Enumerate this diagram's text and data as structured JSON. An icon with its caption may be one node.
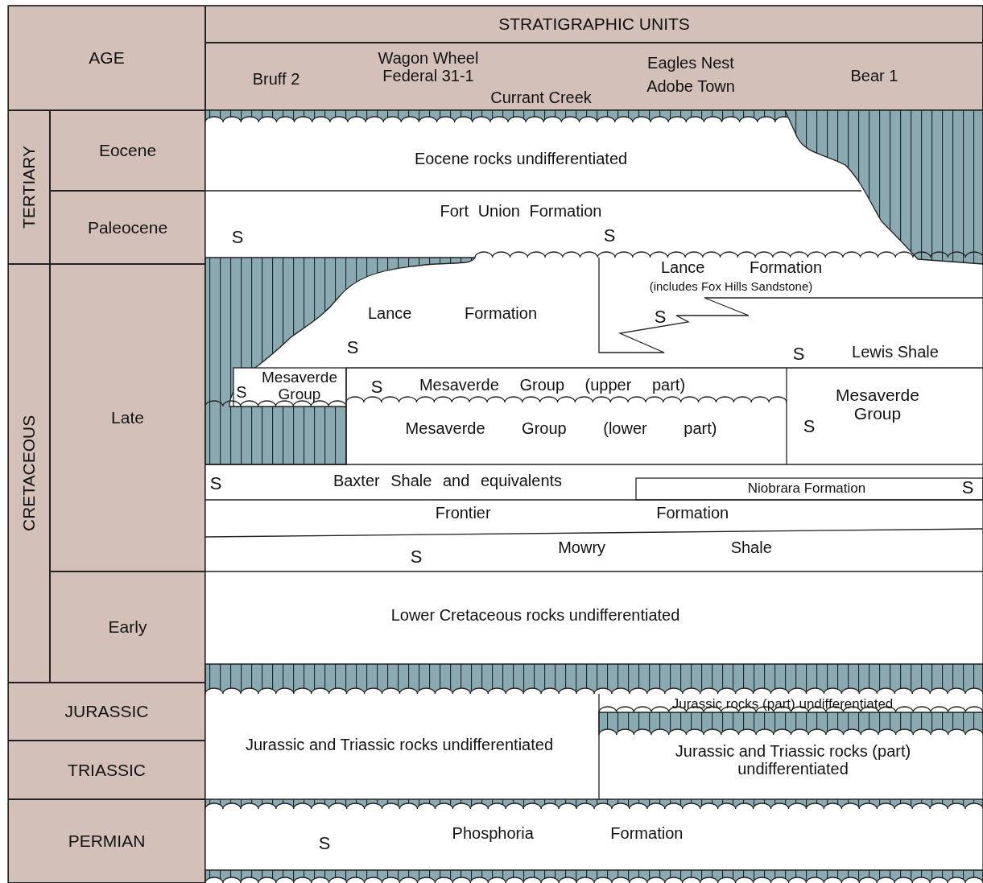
{
  "diagram": {
    "nodes": [
      {
        "text": [
          "AGE"
        ]
      },
      {
        "text": [
          "STRATIGRAPHIC UNITS"
        ]
      },
      {
        "text": [
          "TERTIARY"
        ]
      },
      {
        "text": [
          "Eocene"
        ]
      },
      {
        "text": [
          "Paleocene"
        ]
      },
      {
        "text": [
          "CRETACEOUS"
        ]
      },
      {
        "text": [
          "Late"
        ]
      },
      {
        "text": [
          "Early"
        ]
      },
      {
        "text": [
          "JURASSIC"
        ]
      },
      {
        "text": [
          "TRIASSIC"
        ]
      },
      {
        "text": [
          "PERMIAN"
        ]
      },
      {
        "text": [
          "Eocene rocks undifferentiated"
        ]
      },
      {
        "text": [
          "Fort Union Formation"
        ]
      },
      {
        "text": [
          "Lance Formation"
        ]
      },
      {
        "text": [
          "Lance Formation",
          "(includes Fox Hills Sandstone)"
        ]
      },
      {
        "text": [
          "Lewis Shale"
        ]
      },
      {
        "text": [
          "Mesaverde Group"
        ]
      },
      {
        "text": [
          "Mesaverde Group (upper part)"
        ]
      },
      {
        "text": [
          "Mesaverde Group (lower part)"
        ]
      },
      {
        "text": [
          "Mesaverde Group"
        ]
      },
      {
        "text": [
          "Baxter Shale and equivalents"
        ]
      },
      {
        "text": [
          "Niobrara Formation"
        ]
      },
      {
        "text": [
          "Frontier Formation"
        ]
      },
      {
        "text": [
          "Mowry Shale"
        ]
      },
      {
        "text": [
          "Lower Cretaceous rocks undifferentiated"
        ]
      },
      {
        "text": [
          "Jurassic and Triassic rocks undifferentiated"
        ]
      },
      {
        "text": [
          "Jurassic rocks (part) undifferentiated"
        ]
      },
      {
        "text": [
          "Jurassic and Triassic rocks (part) undifferentiated"
        ]
      },
      {
        "text": [
          "Phosphoria Formation"
        ]
      }
    ],
    "labels": [
      "Bruff 2",
      "Wagon Wheel Federal 31-1",
      "Currant Creek",
      "Eagles Nest",
      "Adobe Town",
      "Bear 1",
      "S",
      "S",
      "S",
      "S",
      "S",
      "S",
      "S",
      "S",
      "S",
      "S",
      "S",
      "S"
    ]
  }
}
